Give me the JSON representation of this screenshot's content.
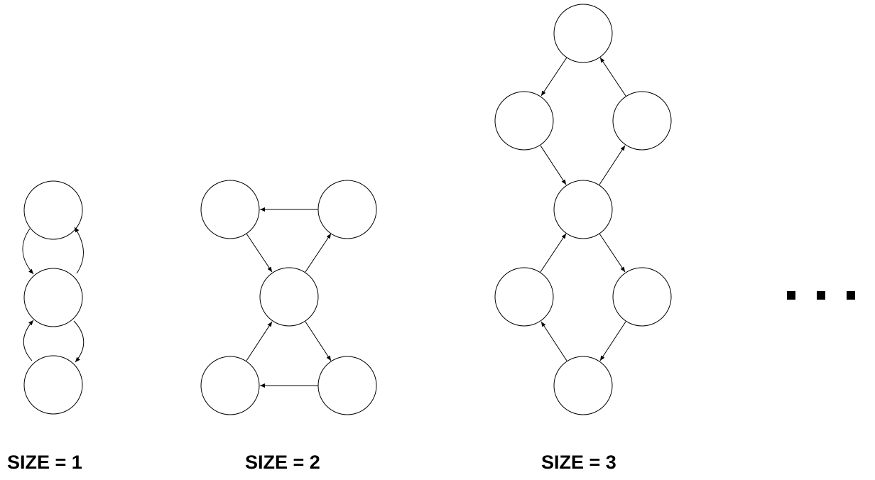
{
  "labels": {
    "size1": "SIZE = 1",
    "size2": "SIZE = 2",
    "size3": "SIZE = 3"
  },
  "colors": {
    "stroke": "#000000",
    "fill": "#ffffff"
  },
  "ellipsis_icon": "ellipsis-icon"
}
